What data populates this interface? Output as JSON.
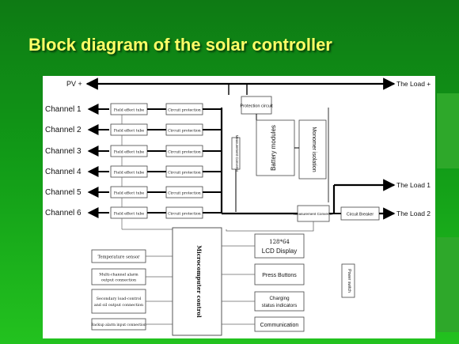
{
  "slide": {
    "title": "Block diagram of the solar controller"
  },
  "diagram": {
    "pv_label": "PV +",
    "load_plus_label": "The Load +",
    "channels": [
      "Channel 1",
      "Channel 2",
      "Channel 3",
      "Channel 4",
      "Channel 5",
      "Channel 6"
    ],
    "fet_label": "Field effect tube",
    "circuit_protection_label": "Circuit protection",
    "protection_circuit_label": "Protection circuit",
    "measurement_converter_vertical": "Measurement Converter",
    "battery_modules_label": "Battery modules",
    "monomer_isolation_label": "Monomer isolation",
    "measurement_converter_label": "Measurement Converter",
    "circuit_breaker_label": "Circuit Breaker",
    "load1_label": "The Load 1",
    "load2_label": "The Load 2",
    "lcd_line1": "128*64",
    "lcd_line2": "LCD Display",
    "press_buttons_label": "Press Buttons",
    "charging_line1": "Charging",
    "charging_line2": "status indicators",
    "communication_label": "Communication",
    "power_switch_label": "Power switch",
    "microcomputer_label": "Microcomputer control",
    "temperature_sensor_label": "Temperature sensor",
    "alarm_line1": "Multi-channel alarm",
    "alarm_line2": "output connection",
    "secondary_line1": "Secondary load-control",
    "secondary_line2": "and oil output connection",
    "backup_alarm_label": "Backup alarm input connection"
  }
}
